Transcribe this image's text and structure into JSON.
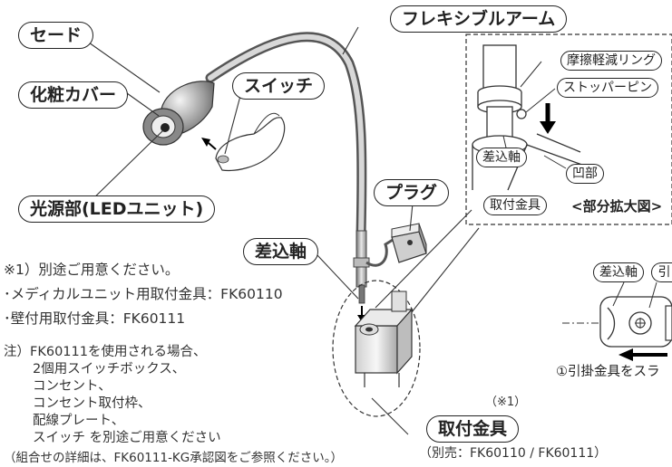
{
  "labels": {
    "shade": "セード",
    "cover": "化粧カバー",
    "switch": "スイッチ",
    "light_source": "光源部(LEDユニット)",
    "flexible_arm": "フレキシブルアーム",
    "plug": "プラグ",
    "insert_shaft": "差込軸",
    "mount_bracket": "取付金具"
  },
  "detail": {
    "friction_ring": "摩擦軽減リング",
    "stopper_pin": "ストッパーピン",
    "recess": "凹部",
    "insert_shaft": "差込軸",
    "mount_bracket": "取付金具",
    "title": "<部分拡大図>"
  },
  "side_detail": {
    "insert_shaft": "差込軸",
    "cut_label": "引",
    "step": "①引掛金具をスラ"
  },
  "notes": {
    "line1": "※1）別途ご用意ください。",
    "line2": "･メディカルユニット用取付金具：FK60110",
    "line3": "･壁付用取付金具：FK60111",
    "line4": "注）FK60111を使用される場合、",
    "line5": "2個用スイッチボックス、",
    "line6": "コンセント、",
    "line7": "コンセント取付枠、",
    "line8": "配線プレート、",
    "line9": "スイッチ を別途ご用意ください",
    "line10": "（組合せの詳細は、FK60111-KG承認図をご参照ください。）"
  },
  "bracket_note": {
    "mark": "（※1）",
    "separate": "（別売：FK60110 / FK60111）"
  }
}
